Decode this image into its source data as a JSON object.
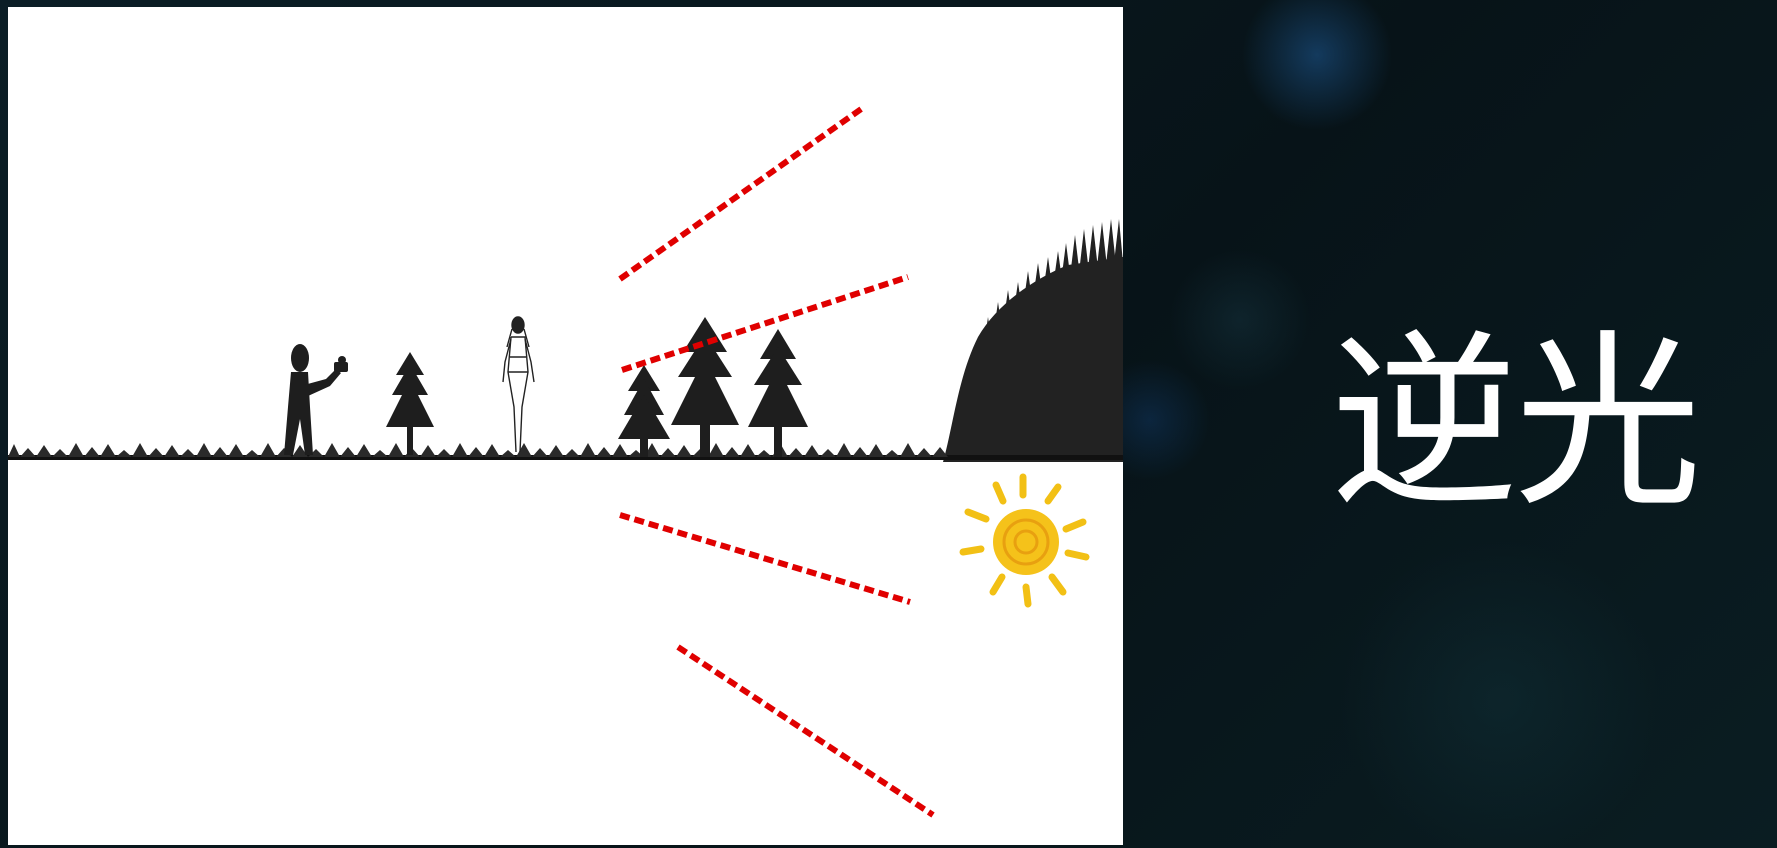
{
  "caption": "逆光",
  "colors": {
    "background": "#0a1a22",
    "panel": "#ffffff",
    "silhouette": "#1e1e1e",
    "light_ray": "#e00000",
    "sun": "#f2c015",
    "caption_text": "#ffffff"
  },
  "diagram": {
    "elements": [
      "photographer-silhouette",
      "camera-icon",
      "tree-icon",
      "model-figure",
      "hill-with-forest",
      "sun-icon",
      "light-rays"
    ],
    "light_ray_count": 4
  }
}
